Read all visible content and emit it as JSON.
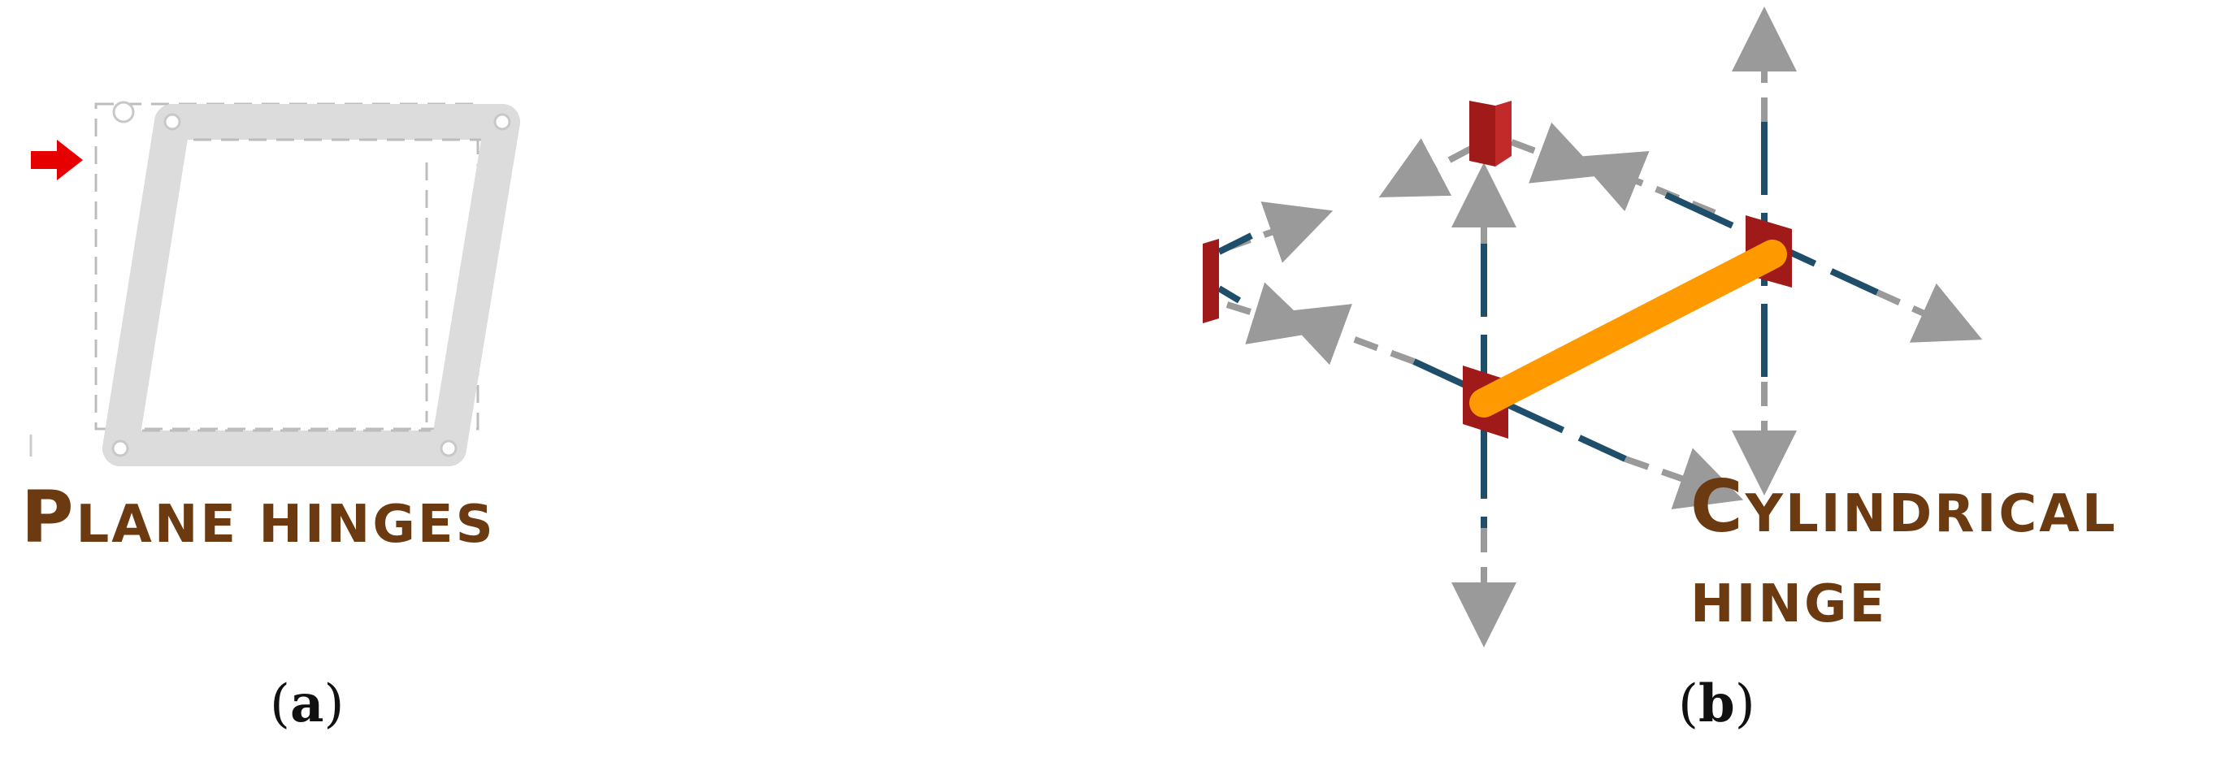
{
  "panel_a": {
    "label_initial": "P",
    "label_rest": "LANE HINGES",
    "caption_open": "(",
    "caption_letter": "a",
    "caption_close": ")"
  },
  "panel_b": {
    "label_line1_initial": "C",
    "label_line1_rest": "YLINDRICAL",
    "label_line2": "HINGE",
    "caption_open": "(",
    "caption_letter": "b",
    "caption_close": ")"
  },
  "colors": {
    "label": "#6b3a10",
    "frame_gray": "#d9d9d9",
    "arrow_red": "#e60000",
    "axis_blue": "#1f4e6b",
    "hinge_red": "#a01a1a",
    "dashed_gray": "#9a9a9a",
    "connector_orange": "#ff9900"
  }
}
